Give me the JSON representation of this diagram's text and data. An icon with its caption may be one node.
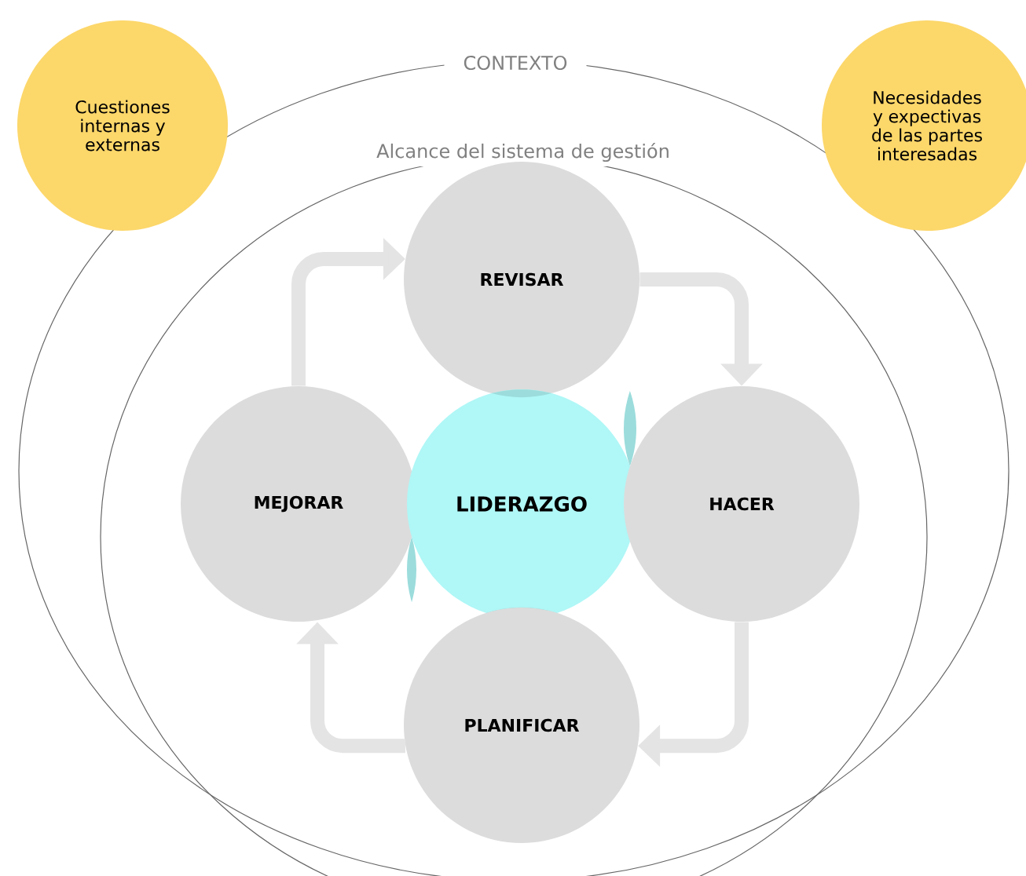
{
  "diagram": {
    "nodes": [
      {
        "text": [
          "CONTEXTO"
        ]
      },
      {
        "text": [
          "Alcance del sistema de gestión"
        ],
        "in": 0
      },
      {
        "text": [
          "Cuestiones internas y externas"
        ]
      },
      {
        "text": [
          "Necesidades y expectivas de las partes interesadas"
        ]
      },
      {
        "text": [
          "REVISAR"
        ],
        "in": 1
      },
      {
        "text": [
          "MEJORAR"
        ],
        "in": 1
      },
      {
        "text": [
          "LIDERAZGO"
        ],
        "in": 1
      },
      {
        "text": [
          "HACER"
        ],
        "in": 1
      },
      {
        "text": [
          "PLANIFICAR"
        ],
        "in": 1
      }
    ],
    "edges": [
      {
        "from": 4,
        "to": 7,
        "arrow": "to"
      },
      {
        "from": 7,
        "to": 8,
        "arrow": "to"
      },
      {
        "from": 8,
        "to": 5,
        "arrow": "to"
      },
      {
        "from": 5,
        "to": 4,
        "arrow": "to"
      }
    ]
  }
}
